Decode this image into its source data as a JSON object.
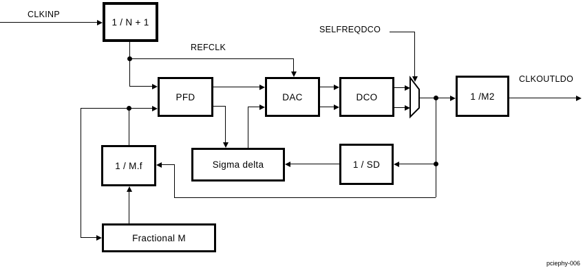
{
  "figure": {
    "background": "#ffffff",
    "line_color": "#000000",
    "footer_label": "pciephy-006",
    "blocks": {
      "divider_n": {
        "label": "1 / N + 1"
      },
      "pfd": {
        "label": "PFD"
      },
      "dac": {
        "label": "DAC"
      },
      "dco": {
        "label": "DCO"
      },
      "divider_m2": {
        "label": "1 /M2"
      },
      "sigma_delta": {
        "label": "Sigma delta"
      },
      "divider_sd": {
        "label": "1 / SD"
      },
      "divider_mf": {
        "label": "1 / M.f"
      },
      "fractional_m": {
        "label": "Fractional M"
      }
    },
    "signals": {
      "clkinp": {
        "label": "CLKINP"
      },
      "refclk": {
        "label": "REFCLK"
      },
      "selfreqdco": {
        "label": "SELFREQDCO"
      },
      "clkoutldo": {
        "label": "CLKOUTLDO"
      }
    }
  }
}
